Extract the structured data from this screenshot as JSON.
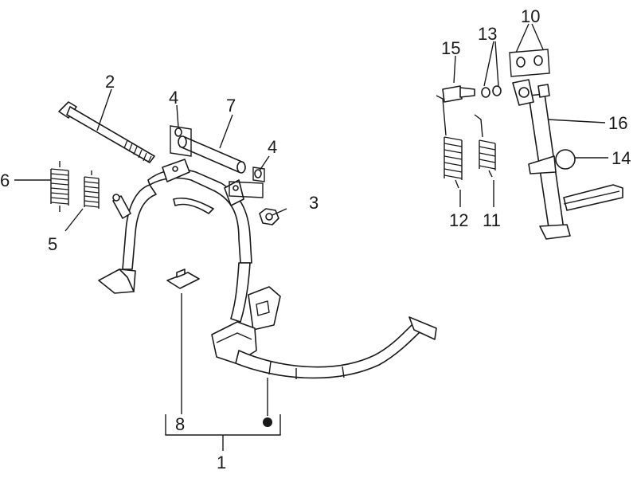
{
  "diagram": {
    "callouts": [
      {
        "id": "c1",
        "text": "1"
      },
      {
        "id": "c2",
        "text": "2"
      },
      {
        "id": "c3",
        "text": "3"
      },
      {
        "id": "c4a",
        "text": "4"
      },
      {
        "id": "c4b",
        "text": "4"
      },
      {
        "id": "c5",
        "text": "5"
      },
      {
        "id": "c6",
        "text": "6"
      },
      {
        "id": "c7",
        "text": "7"
      },
      {
        "id": "c8",
        "text": "8"
      },
      {
        "id": "c10",
        "text": "10"
      },
      {
        "id": "c11",
        "text": "11"
      },
      {
        "id": "c12",
        "text": "12"
      },
      {
        "id": "c13",
        "text": "13"
      },
      {
        "id": "c14",
        "text": "14"
      },
      {
        "id": "c15",
        "text": "15"
      },
      {
        "id": "c16",
        "text": "16"
      }
    ]
  }
}
